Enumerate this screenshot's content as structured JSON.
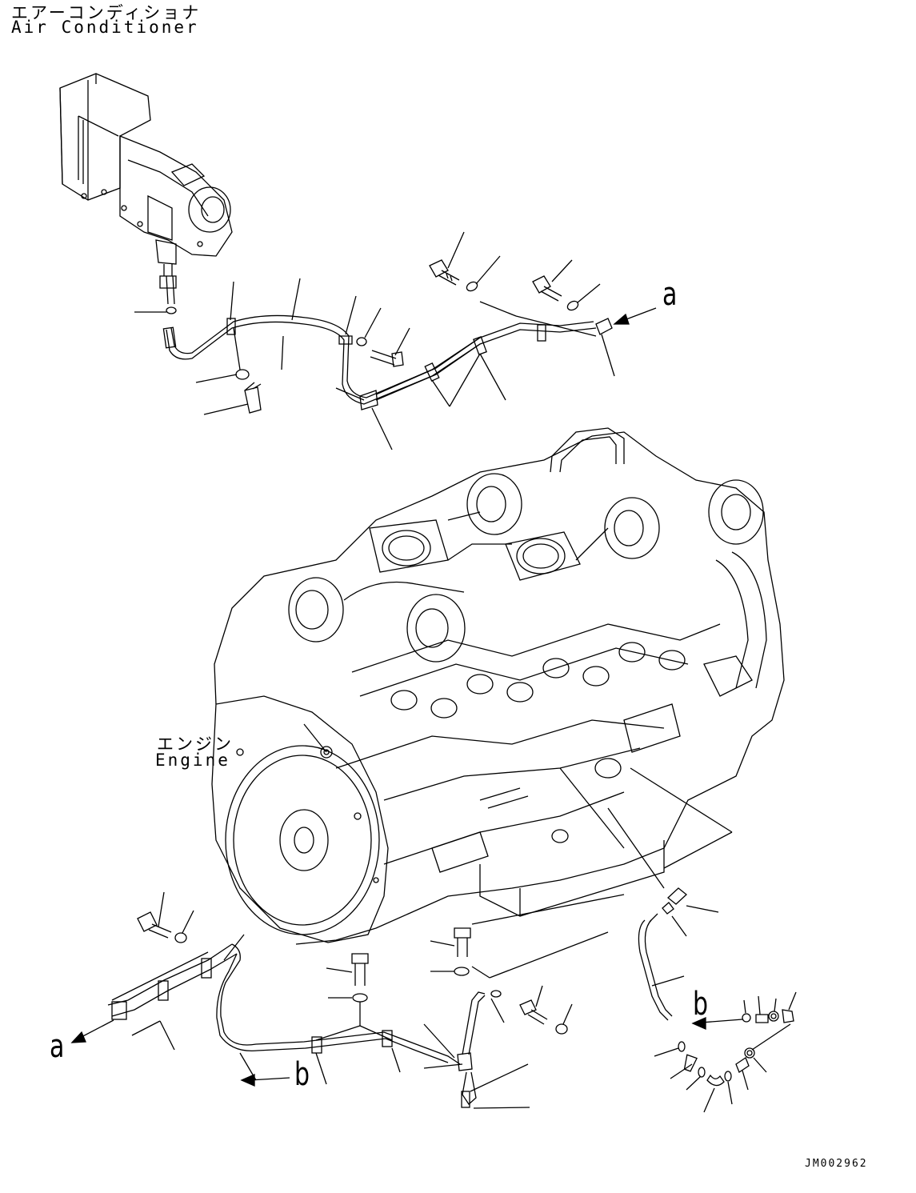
{
  "labels": {
    "ac_jp": "エアーコンディショナ",
    "ac_en": "Air Conditioner",
    "engine_jp": "エンジン",
    "engine_en": "Engine",
    "ref_a_top": "a",
    "ref_a_bottom": "a",
    "ref_b_mid": "b",
    "ref_b_right": "b",
    "drawing_no": "JM002962"
  }
}
